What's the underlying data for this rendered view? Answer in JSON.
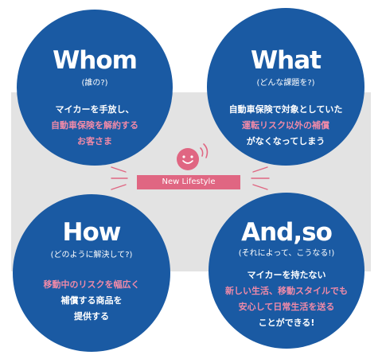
{
  "whom": {
    "title": "Whom",
    "subtitle": "(誰の?)",
    "lines": [
      {
        "text": "マイカーを手放し、",
        "highlight": false
      },
      {
        "text": "自動車保険を解約する",
        "highlight": true
      },
      {
        "text": "お客さま",
        "highlight": true
      }
    ]
  },
  "what": {
    "title": "What",
    "subtitle": "(どんな課題を?)",
    "lines": [
      {
        "text": "自動車保険で対象としていた",
        "highlight": false
      },
      {
        "text": "運転リスク以外の補償",
        "highlight": true
      },
      {
        "text": "がなくなってしまう",
        "highlight": false
      }
    ]
  },
  "how": {
    "title": "How",
    "subtitle": "(どのように解決して?)",
    "lines": [
      {
        "text": "移動中のリスクを幅広く",
        "highlight": true
      },
      {
        "text": "補償する商品を",
        "highlight": false
      },
      {
        "text": "提供する",
        "highlight": false
      }
    ]
  },
  "andso": {
    "title": "And,so",
    "subtitle": "(それによって、こうなる!)",
    "lines": [
      {
        "text": "マイカーを持たない",
        "highlight": false
      },
      {
        "text": "新しい生活、移動スタイルでも",
        "highlight": true
      },
      {
        "text": "安心して日常生活を送る",
        "highlight": true
      },
      {
        "text": "ことができる!",
        "highlight": false
      }
    ]
  },
  "center": {
    "label": "New Lifestyle"
  },
  "colors": {
    "circle": "#1a5aa3",
    "highlight": "#f08aa8",
    "band": "#e3e3e3",
    "label_bg": "#e06682",
    "face": "#e06682"
  },
  "icons": {
    "face": "smiling-face-icon"
  }
}
